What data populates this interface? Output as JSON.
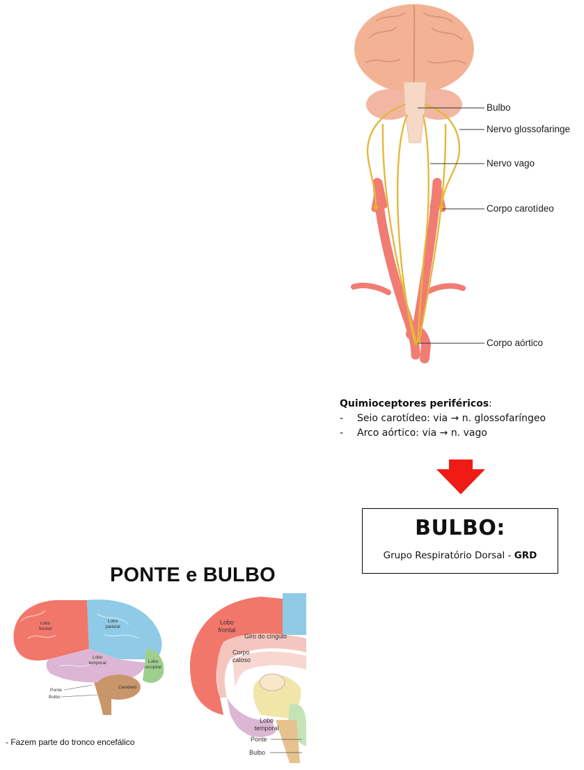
{
  "anatomy_figure": {
    "labels": {
      "bulbo": "Bulbo",
      "glosso": "Nervo glossofaringe",
      "vago": "Nervo vago",
      "carotideo": "Corpo carotídeo",
      "aortico": "Corpo aórtico"
    }
  },
  "quimioceptores": {
    "title": "Quimioceptores periféricos",
    "title_suffix": ":",
    "items": [
      {
        "dash": "-",
        "text": "Seio carotídeo: via → n. glossofaríngeo"
      },
      {
        "dash": "-",
        "text": "Arco aórtico: via → n. vago"
      }
    ]
  },
  "arrow": {
    "color": "#ee1c14",
    "icon": "down-arrow-icon"
  },
  "bulbo_box": {
    "heading": "BULBO:",
    "subtitle_prefix": "Grupo Respiratório Dorsal - ",
    "subtitle_bold": "GRD"
  },
  "ponte_section": {
    "title": "PONTE e BULBO",
    "brain_lateral_labels": {
      "frontal": [
        "Lobo",
        "frontal"
      ],
      "parietal": [
        "Lobo",
        "parietal"
      ],
      "temporal": [
        "Lobo",
        "temporal"
      ],
      "occipital": [
        "Lobo",
        "occipital"
      ],
      "ponte": "Ponte",
      "bulbo": "Bulbo",
      "cerebelo": "Cerebelo"
    },
    "brain_medial_labels": {
      "frontal": [
        "Lobo",
        "frontal"
      ],
      "cingulo": "Giro do cíngulo",
      "corpo_caloso": [
        "Corpo",
        "caloso"
      ],
      "temporal": [
        "Lobo",
        "temporal"
      ],
      "ponte": "Ponte",
      "bulbo": "Bulbo"
    },
    "note": "- Fazem parte do tronco encefálico"
  }
}
